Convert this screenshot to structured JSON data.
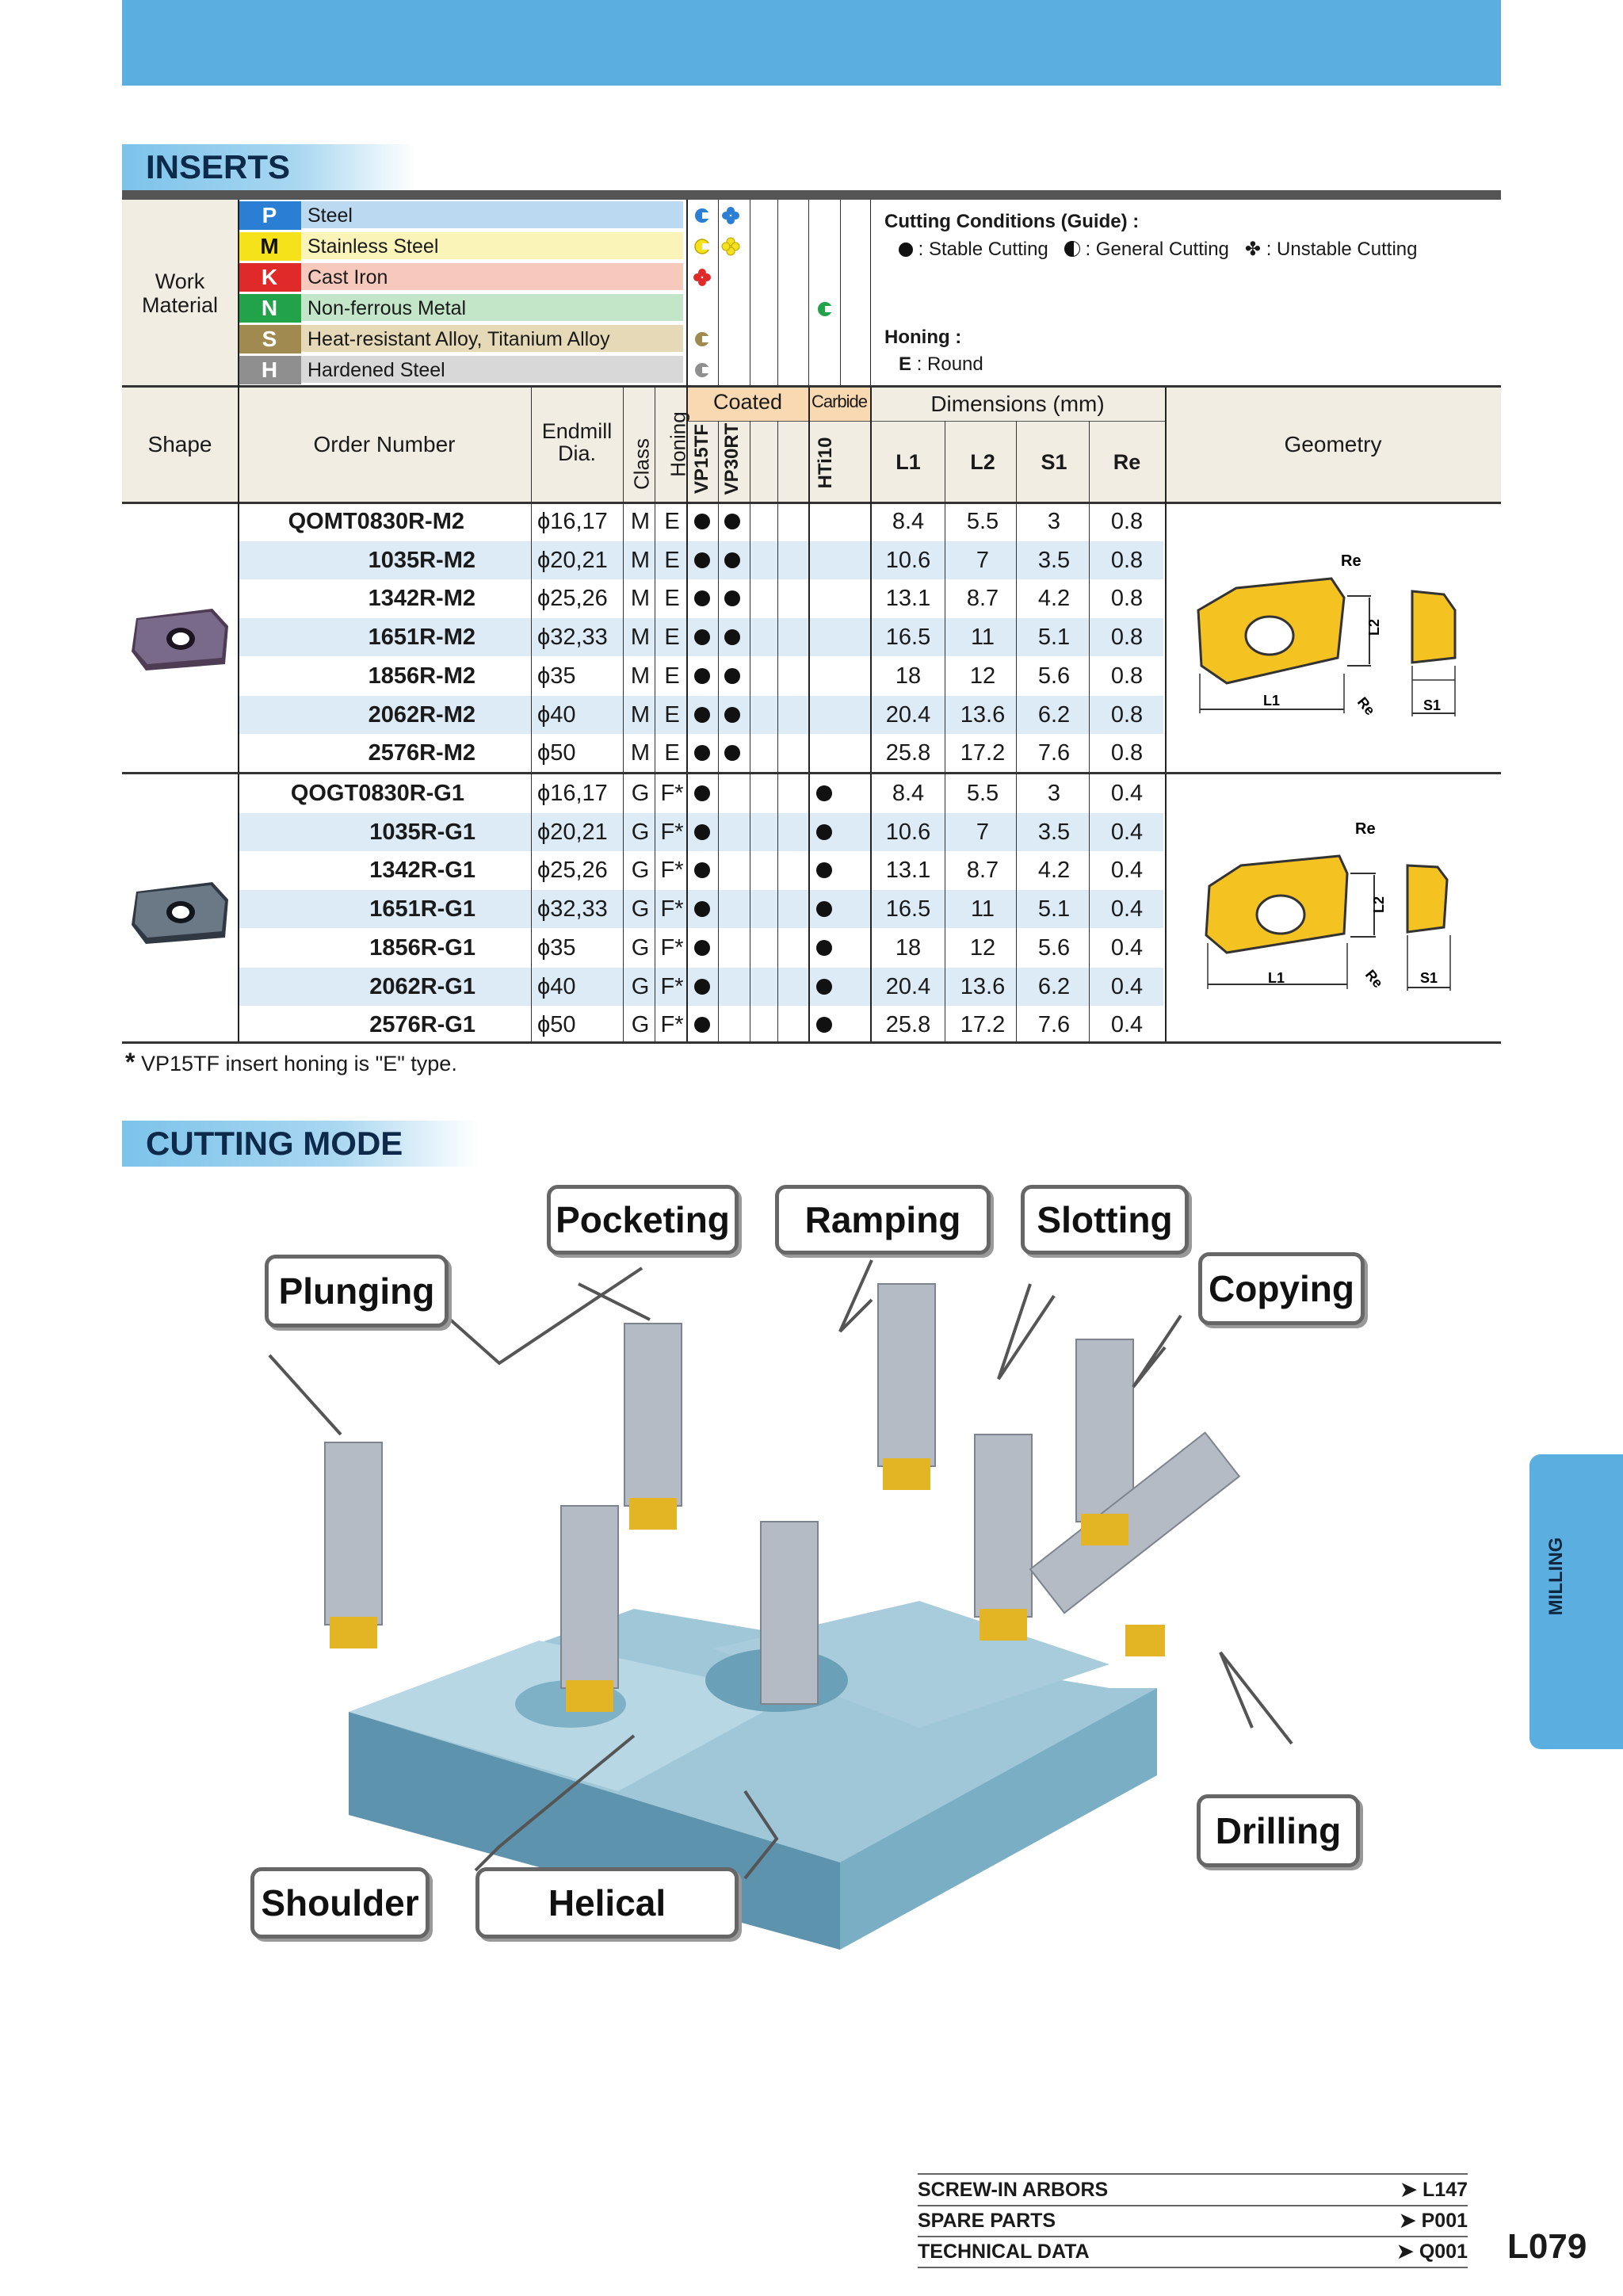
{
  "sections": {
    "inserts_title": "INSERTS",
    "cutting_mode_title": "CUTTING MODE"
  },
  "work_material": {
    "label_line1": "Work",
    "label_line2": "Material",
    "rows": [
      {
        "code": "P",
        "name": "Steel",
        "color": "#2a7fd4"
      },
      {
        "code": "M",
        "name": "Stainless Steel",
        "color": "#f5e21b"
      },
      {
        "code": "K",
        "name": "Cast Iron",
        "color": "#e02a2a"
      },
      {
        "code": "N",
        "name": "Non-ferrous Metal",
        "color": "#22a34a"
      },
      {
        "code": "S",
        "name": "Heat-resistant Alloy, Titanium Alloy",
        "color": "#a08a4f"
      },
      {
        "code": "H",
        "name": "Hardened Steel",
        "color": "#8f8f8f"
      }
    ],
    "row_backgrounds": [
      "#bcd9f2",
      "#fbf4b8",
      "#f7c9bd",
      "#c3e6c8",
      "#e5d9b8",
      "#d8d8d8"
    ]
  },
  "cutting_conditions": {
    "title": "Cutting Conditions (Guide) :",
    "stable": ": Stable Cutting",
    "general": ": General Cutting",
    "unstable": ": Unstable Cutting",
    "honing_title": "Honing :",
    "honing_e": "E",
    "honing_e_desc": ": Round"
  },
  "table_header": {
    "shape": "Shape",
    "order_number": "Order Number",
    "endmill_line1": "Endmill",
    "endmill_line2": "Dia.",
    "class": "Class",
    "honing": "Honing",
    "coated": "Coated",
    "carbide": "Carbide",
    "vp15tf": "VP15TF",
    "vp30rt": "VP30RT",
    "hti10": "HTi10",
    "dimensions": "Dimensions (mm)",
    "l1": "L1",
    "l2": "L2",
    "s1": "S1",
    "re": "Re",
    "geometry": "Geometry"
  },
  "m2_rows": [
    {
      "order": "QOMT0830R-M2",
      "dia": "ϕ16,17",
      "class": "M",
      "honing": "E",
      "l1": "8.4",
      "l2": "5.5",
      "s1": "3",
      "re": "0.8"
    },
    {
      "order": "1035R-M2",
      "dia": "ϕ20,21",
      "class": "M",
      "honing": "E",
      "l1": "10.6",
      "l2": "7",
      "s1": "3.5",
      "re": "0.8"
    },
    {
      "order": "1342R-M2",
      "dia": "ϕ25,26",
      "class": "M",
      "honing": "E",
      "l1": "13.1",
      "l2": "8.7",
      "s1": "4.2",
      "re": "0.8"
    },
    {
      "order": "1651R-M2",
      "dia": "ϕ32,33",
      "class": "M",
      "honing": "E",
      "l1": "16.5",
      "l2": "11",
      "s1": "5.1",
      "re": "0.8"
    },
    {
      "order": "1856R-M2",
      "dia": "ϕ35",
      "class": "M",
      "honing": "E",
      "l1": "18",
      "l2": "12",
      "s1": "5.6",
      "re": "0.8"
    },
    {
      "order": "2062R-M2",
      "dia": "ϕ40",
      "class": "M",
      "honing": "E",
      "l1": "20.4",
      "l2": "13.6",
      "s1": "6.2",
      "re": "0.8"
    },
    {
      "order": "2576R-M2",
      "dia": "ϕ50",
      "class": "M",
      "honing": "E",
      "l1": "25.8",
      "l2": "17.2",
      "s1": "7.6",
      "re": "0.8"
    }
  ],
  "g1_rows": [
    {
      "order": "QOGT0830R-G1",
      "dia": "ϕ16,17",
      "class": "G",
      "honing": "F*",
      "l1": "8.4",
      "l2": "5.5",
      "s1": "3",
      "re": "0.4"
    },
    {
      "order": "1035R-G1",
      "dia": "ϕ20,21",
      "class": "G",
      "honing": "F*",
      "l1": "10.6",
      "l2": "7",
      "s1": "3.5",
      "re": "0.4"
    },
    {
      "order": "1342R-G1",
      "dia": "ϕ25,26",
      "class": "G",
      "honing": "F*",
      "l1": "13.1",
      "l2": "8.7",
      "s1": "4.2",
      "re": "0.4"
    },
    {
      "order": "1651R-G1",
      "dia": "ϕ32,33",
      "class": "G",
      "honing": "F*",
      "l1": "16.5",
      "l2": "11",
      "s1": "5.1",
      "re": "0.4"
    },
    {
      "order": "1856R-G1",
      "dia": "ϕ35",
      "class": "G",
      "honing": "F*",
      "l1": "18",
      "l2": "12",
      "s1": "5.6",
      "re": "0.4"
    },
    {
      "order": "2062R-G1",
      "dia": "ϕ40",
      "class": "G",
      "honing": "F*",
      "l1": "20.4",
      "l2": "13.6",
      "s1": "6.2",
      "re": "0.4"
    },
    {
      "order": "2576R-G1",
      "dia": "ϕ50",
      "class": "G",
      "honing": "F*",
      "l1": "25.8",
      "l2": "17.2",
      "s1": "7.6",
      "re": "0.4"
    }
  ],
  "geometry_labels": {
    "re": "Re",
    "l1": "L1",
    "l2": "L2",
    "s1": "S1"
  },
  "footnote": "VP15TF insert honing is \"E\" type.",
  "footnote_mark": "*",
  "cutting_modes": {
    "pocketing": "Pocketing",
    "ramping": "Ramping",
    "slotting": "Slotting",
    "plunging": "Plunging",
    "copying": "Copying",
    "drilling": "Drilling",
    "shoulder": "Shoulder",
    "helical": "Helical"
  },
  "side_tab": "MILLING",
  "footer": [
    {
      "label": "SCREW-IN ARBORS",
      "ref": "L147"
    },
    {
      "label": "SPARE PARTS",
      "ref": "P001"
    },
    {
      "label": "TECHNICAL DATA",
      "ref": "Q001"
    }
  ],
  "page_number": "L079"
}
